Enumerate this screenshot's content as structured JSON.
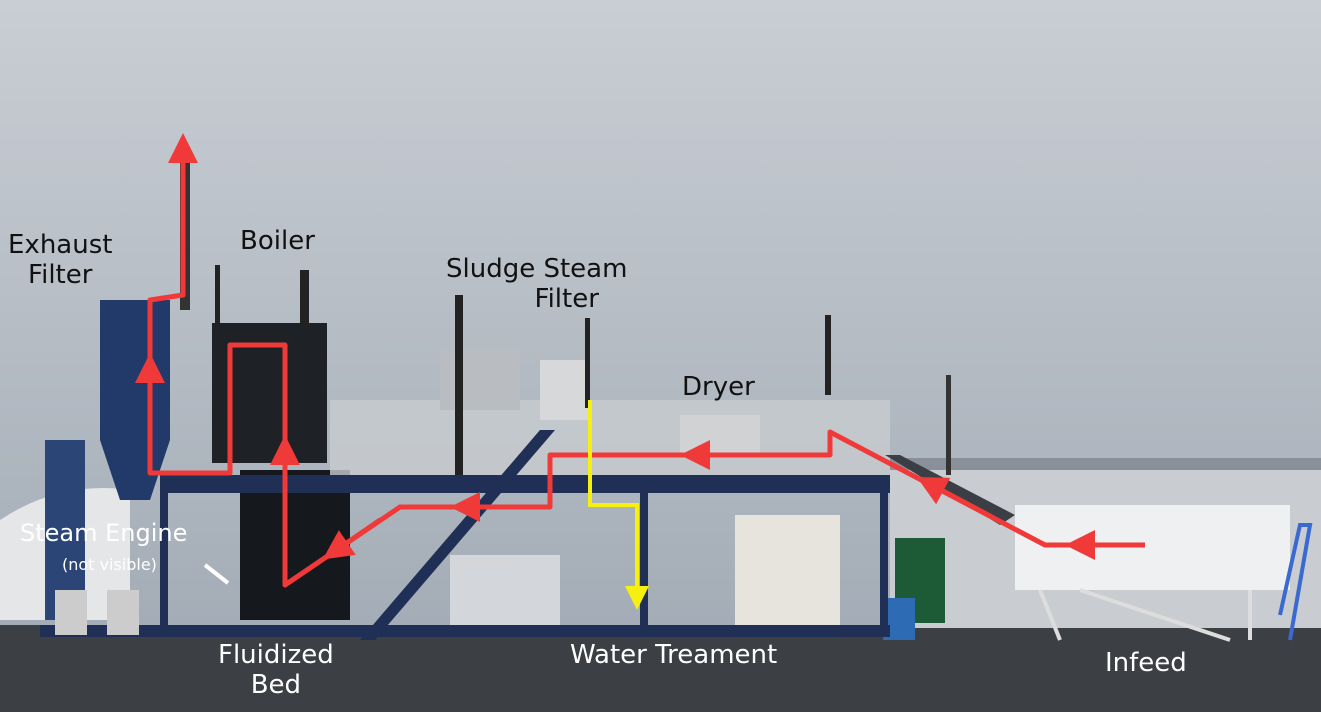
{
  "labels": {
    "exhaust_filter": [
      "Exhaust",
      "Filter"
    ],
    "boiler": "Boiler",
    "sludge_steam_filter": [
      "Sludge Steam",
      "Filter"
    ],
    "dryer": "Dryer",
    "steam_engine": "Steam Engine",
    "steam_engine_note": "(not visible)",
    "fluidized_bed": [
      "Fluidized",
      "Bed"
    ],
    "water_treatment": "Water Treament",
    "infeed": "Infeed"
  },
  "colors": {
    "flow_red": "#f03a3a",
    "flow_yellow": "#f5f010",
    "sky": "#b8bfc7",
    "ground": "#3c3f43",
    "frame": "#1f2f55"
  }
}
